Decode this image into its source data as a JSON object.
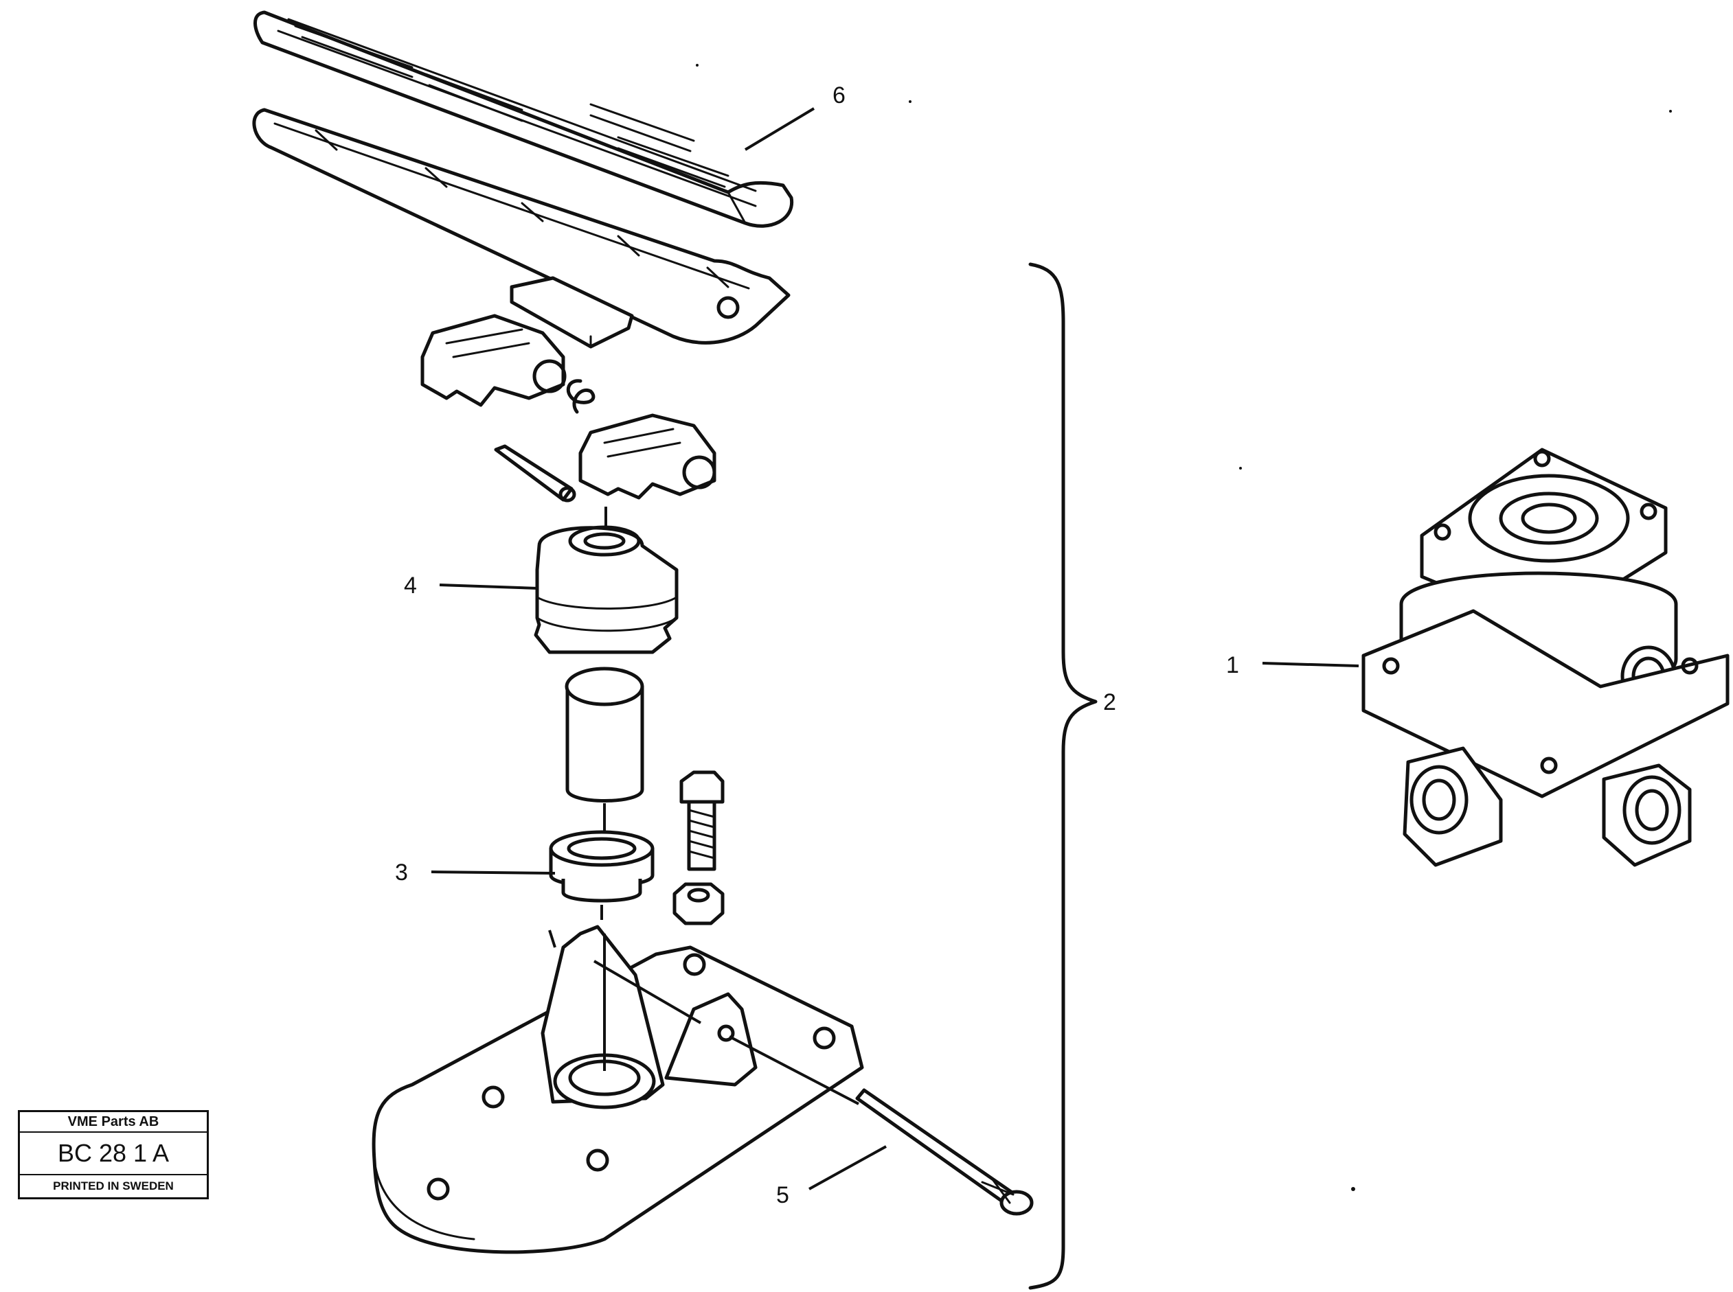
{
  "callouts": [
    {
      "id": "1",
      "label": "1"
    },
    {
      "id": "2",
      "label": "2"
    },
    {
      "id": "3",
      "label": "3"
    },
    {
      "id": "4",
      "label": "4"
    },
    {
      "id": "5",
      "label": "5"
    },
    {
      "id": "6",
      "label": "6"
    }
  ],
  "stamp": {
    "company": "VME Parts AB",
    "code": "BC 28 1 A",
    "printed": "PRINTED IN SWEDEN"
  }
}
